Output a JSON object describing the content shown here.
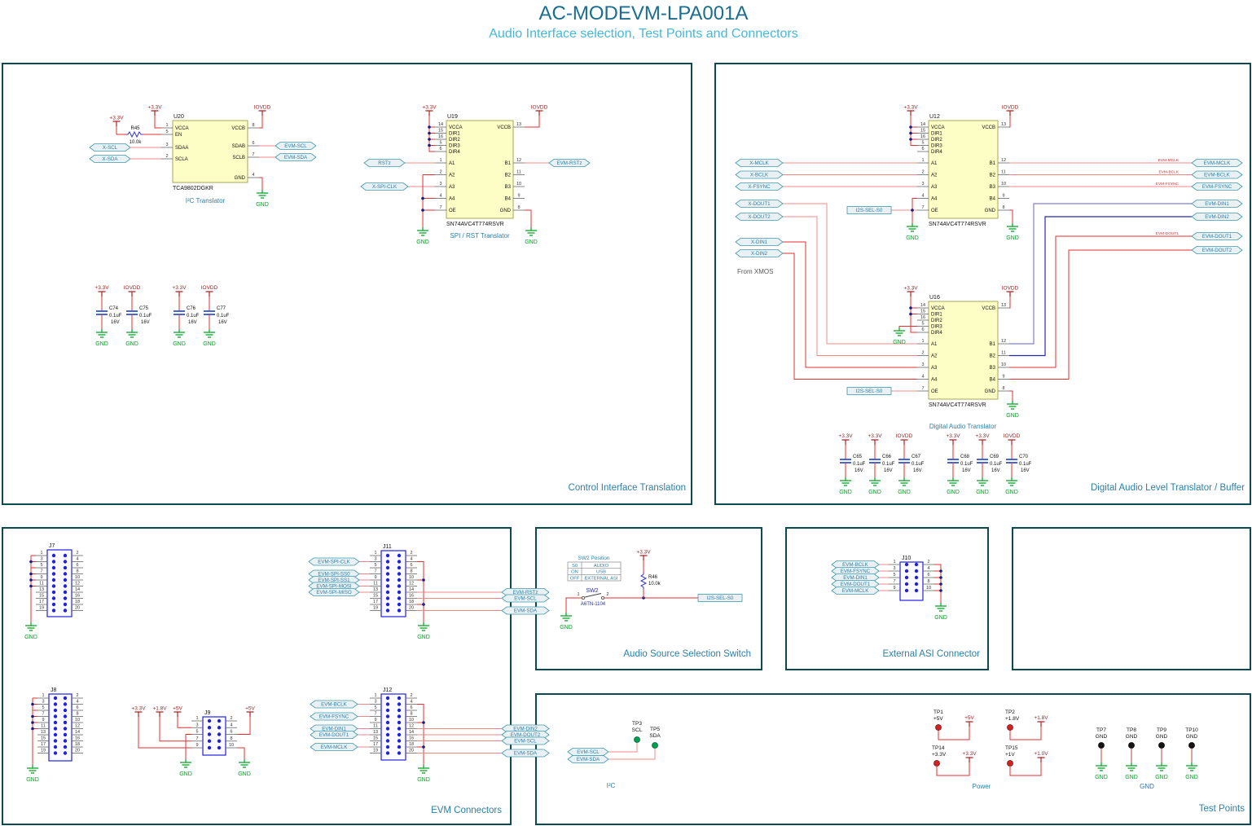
{
  "title": "AC-MODEVM-LPA001A",
  "subtitle": "Audio Interface selection,  Test Points and Connectors",
  "sections": {
    "control": "Control Interface Translation",
    "digital": "Digital Audio Level Translator / Buffer",
    "evm": "EVM Connectors",
    "audio_switch": "Audio Source Selection Switch",
    "asi": "External ASI Connector",
    "testpoints": "Test Points"
  },
  "rails": {
    "v33": "+3.3V",
    "iovdd": "IOVDD",
    "v5": "+5V",
    "v18": "+1.8V",
    "v10": "+1.0V"
  },
  "labels": {
    "gnd": "GND",
    "from_xmos": "From XMOS",
    "i2c": "I²C",
    "power": "Power",
    "gnd_group": "GND"
  },
  "ics": {
    "u20": {
      "refdes": "U20",
      "part": "TCA9802DGKR",
      "caption": "I²C Translator",
      "pins": {
        "vcca": {
          "num": "1",
          "name": "VCCA"
        },
        "en": {
          "num": "5",
          "name": "EN"
        },
        "sdaa": {
          "num": "3",
          "name": "SDAA"
        },
        "scla": {
          "num": "2",
          "name": "SCLA"
        },
        "vccb": {
          "num": "8",
          "name": "VCCB"
        },
        "sdab": {
          "num": "6",
          "name": "SDAB"
        },
        "sclb": {
          "num": "7",
          "name": "SCLB"
        },
        "gnd": {
          "num": "4",
          "name": "GND"
        }
      }
    },
    "avc": {
      "part": "SN74AVC4T774RSVR",
      "left_ctrl": [
        {
          "num": "14",
          "name": "VCCA"
        },
        {
          "num": "15",
          "name": "DIR1"
        },
        {
          "num": "16",
          "name": "DIR2"
        },
        {
          "num": "5",
          "name": "DIR3"
        },
        {
          "num": "6",
          "name": "DIR4"
        }
      ],
      "left_a": [
        {
          "num": "1",
          "name": "A1"
        },
        {
          "num": "2",
          "name": "A2"
        },
        {
          "num": "3",
          "name": "A3"
        },
        {
          "num": "4",
          "name": "A4"
        },
        {
          "num": "7",
          "name": "OE"
        }
      ],
      "vccb": {
        "num": "13",
        "name": "VCCB"
      },
      "right_low": [
        {
          "num": "12",
          "name": "B1"
        },
        {
          "num": "11",
          "name": "B2"
        },
        {
          "num": "10",
          "name": "B3"
        },
        {
          "num": "9",
          "name": "B4"
        },
        {
          "num": "8",
          "name": "GND"
        }
      ]
    },
    "u19": {
      "refdes": "U19",
      "caption": "SPI /  RST Translator"
    },
    "u12": {
      "refdes": "U12"
    },
    "u16": {
      "refdes": "U16",
      "caption": "Digital Audio Translator"
    }
  },
  "resistors": {
    "r45": {
      "refdes": "R45",
      "value": "10.0k"
    },
    "r46": {
      "refdes": "R46",
      "value": "10.0k"
    }
  },
  "caps": {
    "value": "0.1uF",
    "volt": "16V",
    "g1": [
      {
        "name": "C74",
        "rail": "+3.3V"
      },
      {
        "name": "C75",
        "rail": "IOVDD"
      }
    ],
    "g2": [
      {
        "name": "C76",
        "rail": "+3.3V"
      },
      {
        "name": "C77",
        "rail": "IOVDD"
      }
    ],
    "g3": [
      {
        "name": "C65",
        "rail": "+3.3V"
      },
      {
        "name": "C66",
        "rail": "+3.3V"
      },
      {
        "name": "C67",
        "rail": "IOVDD"
      }
    ],
    "g4": [
      {
        "name": "C68",
        "rail": "+3.3V"
      },
      {
        "name": "C69",
        "rail": "+3.3V"
      },
      {
        "name": "C70",
        "rail": "IOVDD"
      }
    ]
  },
  "nets": {
    "xscl": "X-SCL",
    "xsda": "X-SDA",
    "evmscl": "EVM-SCL",
    "evmsda": "EVM-SDA",
    "rstz": "RSTz",
    "xspiclk": "X-SPI-CLK",
    "evmrstz": "EVM-RSTz",
    "xmclk": "X-MCLK",
    "xbclk": "X-BCLK",
    "xfsync": "X-FSYNC",
    "xdout1": "X-DOUT1",
    "xdout2": "X-DOUT2",
    "xdin1": "X-DIN1",
    "xdin2": "X-DIN2",
    "i2ssel": "I2S-SEL-S0",
    "evmmclk": "EVM-MCLK",
    "evmbclk": "EVM-BCLK",
    "evmfsync": "EVM-FSYNC",
    "evmdin1": "EVM-DIN1",
    "evmdin2": "EVM-DIN2",
    "evmdout1": "EVM-DOUT1",
    "evmdout2": "EVM-DOUT2",
    "spiclk": "EVM-SPI-CLK",
    "spiss0": "EVM-SPI-SS0",
    "spiss1": "EVM-SPI-SS1",
    "spimosi": "EVM-SPI-MOSI",
    "spimiso": "EVM-SPI-MISO"
  },
  "connectors": {
    "j7": "J7",
    "j8": "J8",
    "j9": "J9",
    "j10": "J10",
    "j11": "J11",
    "j12": "J12",
    "pins20_l": [
      "1",
      "3",
      "5",
      "7",
      "9",
      "11",
      "13",
      "15",
      "17",
      "19"
    ],
    "pins20_r": [
      "2",
      "4",
      "6",
      "8",
      "10",
      "12",
      "14",
      "16",
      "18",
      "20"
    ],
    "pins10_l": [
      "1",
      "3",
      "5",
      "7",
      "9"
    ],
    "pins10_r": [
      "2",
      "4",
      "6",
      "8",
      "10"
    ]
  },
  "sw2": {
    "refdes": "SW2",
    "part": "A6TN-1104",
    "pos_title": "SW2 Position",
    "pin1": "1",
    "pin2": "2",
    "table": [
      [
        "S0",
        "AUDIO"
      ],
      [
        "ON",
        "USB"
      ],
      [
        "OFF",
        "EXTERNAL ASI"
      ]
    ]
  },
  "testpoints": {
    "tp3": {
      "name": "TP3",
      "net": "SCL"
    },
    "tp5": {
      "name": "TP5",
      "net": "SDA"
    },
    "tp1": {
      "name": "TP1",
      "net": "+5V",
      "rail": "+5V"
    },
    "tp2": {
      "name": "TP2",
      "net": "+1.8V",
      "rail": "+1.8V"
    },
    "tp14": {
      "name": "TP14",
      "net": "+3.3V",
      "rail": "+3.3V"
    },
    "tp15": {
      "name": "TP15",
      "net": "+1V",
      "rail": "+1.0V"
    },
    "gnd_tps": [
      {
        "name": "TP7"
      },
      {
        "name": "TP8"
      },
      {
        "name": "TP9"
      },
      {
        "name": "TP10"
      }
    ]
  }
}
